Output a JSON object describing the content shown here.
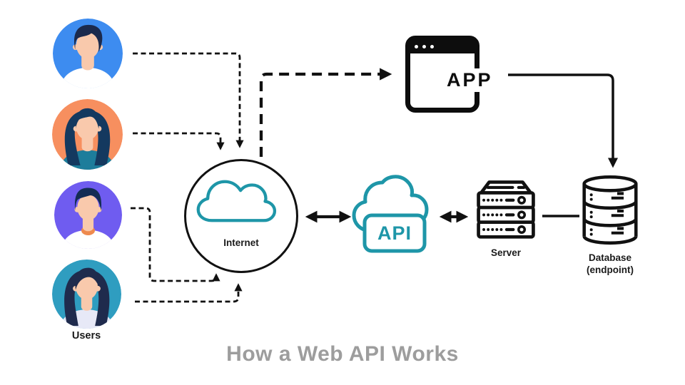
{
  "title": {
    "text": "How a Web API Works"
  },
  "users": {
    "label": "Users",
    "avatars": [
      {
        "name": "man-blue",
        "palette": {
          "bg": "#3D8CF0",
          "hair": "#1B2A4D",
          "skin": "#F9C9AC",
          "shirt": "#FFFFFF",
          "accent": "#F9C9AC"
        }
      },
      {
        "name": "woman-orange",
        "palette": {
          "bg": "#F78F5F",
          "hair": "#14395F",
          "skin": "#F9C9AC",
          "shirt": "#1D7D9B",
          "accent": "#1D7D9B"
        }
      },
      {
        "name": "man-purple",
        "palette": {
          "bg": "#6F5CF0",
          "hair": "#132C54",
          "skin": "#F9C9AC",
          "shirt": "#FFFFFF",
          "accent": "#EE8A4E"
        }
      },
      {
        "name": "woman-teal",
        "palette": {
          "bg": "#2F9DC0",
          "hair": "#1F2B4D",
          "skin": "#F9C9AC",
          "shirt": "#E7E9F7",
          "accent": "#E7E9F7"
        }
      }
    ]
  },
  "nodes": {
    "internet": {
      "label": "Internet"
    },
    "api": {
      "label": "API"
    },
    "app": {
      "label": "APP"
    },
    "server": {
      "label": "Server"
    },
    "database": {
      "label": "Database",
      "sublabel": "(endpoint)"
    }
  },
  "colors": {
    "line": "#111111",
    "teal": "#1E96A8",
    "title": "#9D9D9D",
    "label": "#1A1A1A"
  }
}
